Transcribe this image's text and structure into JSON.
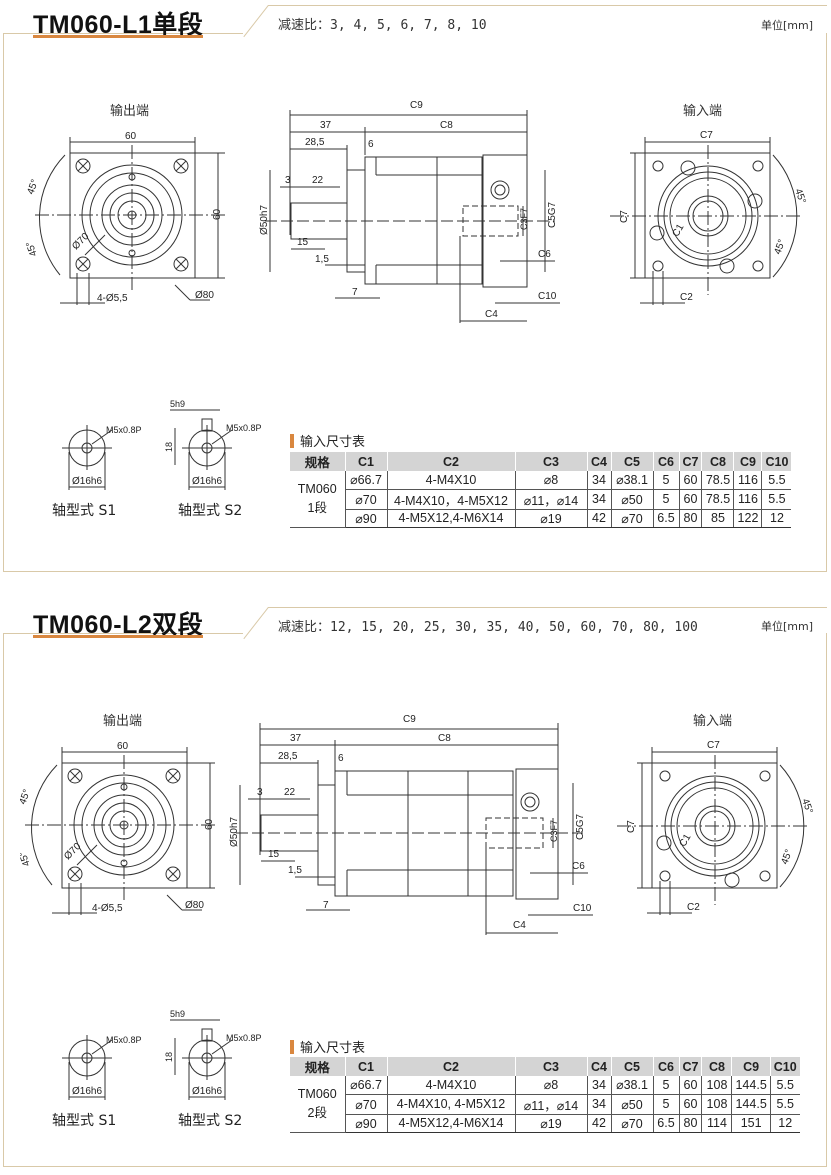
{
  "sections": [
    {
      "title": "TM060-L1单段",
      "ratio_label": "减速比：3, 4, 5, 6, 7, 8, 10",
      "unit": "单位[mm]",
      "output_end_label": "输出端",
      "input_end_label": "输入端",
      "output_view": {
        "width": "60",
        "height": "60",
        "angle1": "45°",
        "angle2": "45°",
        "pcd": "Ø70",
        "holes": "4-Ø5,5",
        "flange": "Ø80"
      },
      "side_view": {
        "c9": "C9",
        "d37": "37",
        "c8": "C8",
        "d28_5": "28,5",
        "d6": "6",
        "d3": "3",
        "d22": "22",
        "pilot": "Ø50h7",
        "d15": "15",
        "d1_5": "1,5",
        "d7": "7",
        "c3": "C3F7",
        "c5": "C5G7",
        "c6": "C6",
        "c10": "C10",
        "c4": "C4"
      },
      "input_view": {
        "c7_top": "C7",
        "c7_side": "C7",
        "angle1": "45°",
        "angle2": "45°",
        "c1": "C1",
        "c2": "C2"
      },
      "shaft_s1": {
        "thread": "M5x0.8P",
        "dia": "Ø16h6",
        "label": "轴型式 S1"
      },
      "shaft_s2": {
        "key": "5h9",
        "height": "18",
        "thread": "M5x0.8P",
        "dia": "Ø16h6",
        "label": "轴型式 S2"
      },
      "table": {
        "title": "输入尺寸表",
        "headers": [
          "规格",
          "C1",
          "C2",
          "C3",
          "C4",
          "C5",
          "C6",
          "C7",
          "C8",
          "C9",
          "C10"
        ],
        "spec": "TM060\n1段",
        "spec_line1": "TM060",
        "spec_line2": "1段",
        "rows": [
          [
            "⌀66.7",
            "4-M4X10",
            "⌀8",
            "34",
            "⌀38.1",
            "5",
            "60",
            "78.5",
            "116",
            "5.5"
          ],
          [
            "⌀70",
            "4-M4X10，4-M5X12",
            "⌀11，⌀14",
            "34",
            "⌀50",
            "5",
            "60",
            "78.5",
            "116",
            "5.5"
          ],
          [
            "⌀90",
            "4-M5X12,4-M6X14",
            "⌀19",
            "42",
            "⌀70",
            "6.5",
            "80",
            "85",
            "122",
            "12"
          ]
        ]
      }
    },
    {
      "title": "TM060-L2双段",
      "ratio_label": "减速比：12, 15, 20, 25, 30, 35, 40, 50, 60, 70, 80, 100",
      "unit": "单位[mm]",
      "output_end_label": "输出端",
      "input_end_label": "输入端",
      "output_view": {
        "width": "60",
        "height": "60",
        "angle1": "45°",
        "angle2": "45°",
        "pcd": "Ø70",
        "holes": "4-Ø5,5",
        "flange": "Ø80"
      },
      "side_view": {
        "c9": "C9",
        "d37": "37",
        "c8": "C8",
        "d28_5": "28,5",
        "d6": "6",
        "d3": "3",
        "d22": "22",
        "pilot": "Ø50h7",
        "d15": "15",
        "d1_5": "1,5",
        "d7": "7",
        "c3": "C3F7",
        "c5": "C5G7",
        "c6": "C6",
        "c10": "C10",
        "c4": "C4"
      },
      "input_view": {
        "c7_top": "C7",
        "c7_side": "C7",
        "angle1": "45°",
        "angle2": "45°",
        "c1": "C1",
        "c2": "C2"
      },
      "shaft_s1": {
        "thread": "M5x0.8P",
        "dia": "Ø16h6",
        "label": "轴型式 S1"
      },
      "shaft_s2": {
        "key": "5h9",
        "height": "18",
        "thread": "M5x0.8P",
        "dia": "Ø16h6",
        "label": "轴型式 S2"
      },
      "table": {
        "title": "输入尺寸表",
        "headers": [
          "规格",
          "C1",
          "C2",
          "C3",
          "C4",
          "C5",
          "C6",
          "C7",
          "C8",
          "C9",
          "C10"
        ],
        "spec_line1": "TM060",
        "spec_line2": "2段",
        "rows": [
          [
            "⌀66.7",
            "4-M4X10",
            "⌀8",
            "34",
            "⌀38.1",
            "5",
            "60",
            "108",
            "144.5",
            "5.5"
          ],
          [
            "⌀70",
            "4-M4X10, 4-M5X12",
            "⌀11，⌀14",
            "34",
            "⌀50",
            "5",
            "60",
            "108",
            "144.5",
            "5.5"
          ],
          [
            "⌀90",
            "4-M5X12,4-M6X14",
            "⌀19",
            "42",
            "⌀70",
            "6.5",
            "80",
            "114",
            "151",
            "12"
          ]
        ]
      }
    }
  ],
  "colors": {
    "accent": "#d9873f",
    "frame": "#d9c9a8",
    "header_bg": "#d4d4d4"
  }
}
